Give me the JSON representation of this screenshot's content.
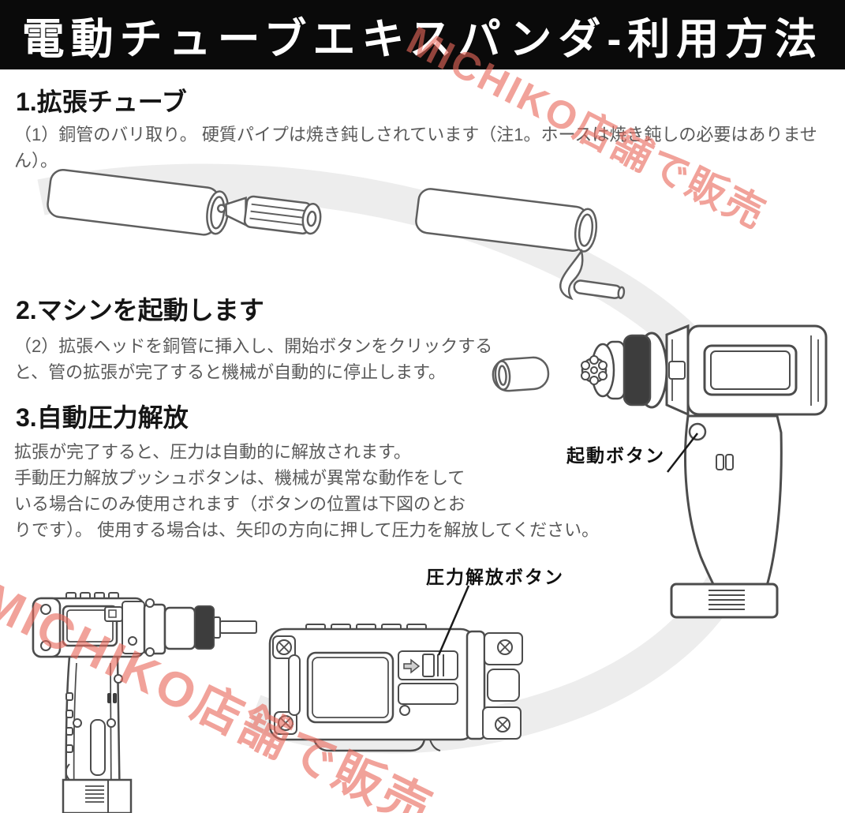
{
  "header": {
    "title": "電動チューブエキスパンダ-利用方法",
    "background_color": "#0a0a0a",
    "text_color": "#ffffff"
  },
  "watermark": {
    "text": "MICHIKO店舗で販売",
    "color": "rgba(232,105,92,0.62)"
  },
  "sections": [
    {
      "heading": "1.拡張チューブ",
      "body": "（1）銅管のバリ取り。 硬質パイプは焼き鈍しされています（注1。ホースは焼き鈍しの必要はありません）。"
    },
    {
      "heading": "2.マシンを起動します",
      "body": "（2）拡張ヘッドを銅管に挿入し、開始ボタンをクリックする\nと、管の拡張が完了すると機械が自動的に停止します。"
    },
    {
      "heading": "3.自動圧力解放",
      "body": "拡張が完了すると、圧力は自動的に解放されます。\n手動圧力解放プッシュボタンは、機械が異常な動作をして\nいる場合にのみ使用されます（ボタンの位置は下図のとお\nりです）。 使用する場合は、矢印の方向に押して圧力を解放してください。"
    }
  ],
  "callouts": {
    "start_button": "起動ボタン",
    "pressure_release_button": "圧力解放ボタン"
  },
  "illustration_colors": {
    "line": "#4c4c4c",
    "tube_line": "#5f5f5f",
    "dark_fill": "#3d3d3d",
    "swoosh": "#ededed"
  }
}
